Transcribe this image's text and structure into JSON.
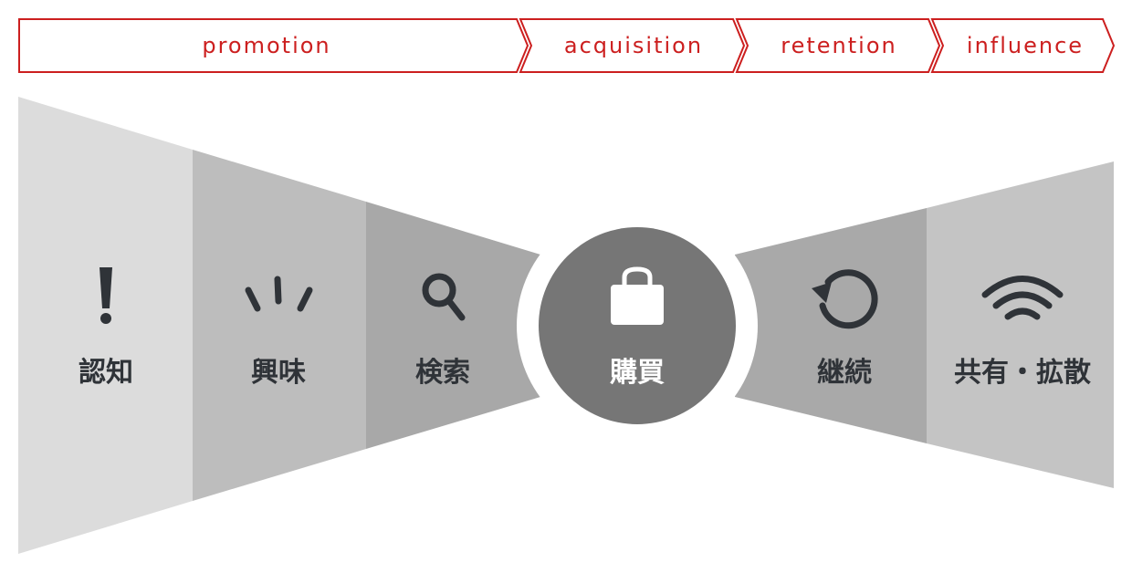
{
  "phases": [
    {
      "label": "promotion"
    },
    {
      "label": "acquisition"
    },
    {
      "label": "retention"
    },
    {
      "label": "influence"
    }
  ],
  "stages": [
    {
      "label": "認知",
      "icon": "exclamation-icon"
    },
    {
      "label": "興味",
      "icon": "interest-burst-icon"
    },
    {
      "label": "検索",
      "icon": "search-icon"
    },
    {
      "label": "購買",
      "icon": "shopping-bag-icon"
    },
    {
      "label": "継続",
      "icon": "refresh-icon"
    },
    {
      "label": "共有・拡散",
      "icon": "broadcast-icon"
    }
  ],
  "colors": {
    "accent": "#cc1f1f",
    "awareness": "#dcdcdc",
    "interest": "#bdbdbd",
    "search": "#a8a8a8",
    "purchase": "#767676",
    "retention": "#a9a9a9",
    "share": "#c4c4c4",
    "icon": "#2f3338"
  }
}
